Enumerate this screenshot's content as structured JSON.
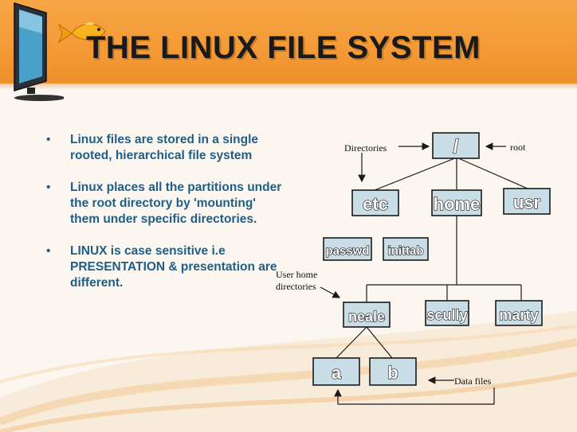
{
  "slide": {
    "title": "THE LINUX FILE SYSTEM",
    "bullets": [
      "Linux files are stored in a single rooted, hierarchical file system",
      "Linux places all the partitions under the root directory by 'mounting' them under specific directories.",
      "LINUX is case sensitive i.e PRESENTATION & presentation are different."
    ]
  },
  "diagram": {
    "root": "/",
    "level1": [
      "etc",
      "home",
      "usr"
    ],
    "etc_files": [
      "passwd",
      "inittab"
    ],
    "home_dirs": [
      "neale",
      "scully",
      "marty"
    ],
    "data_files": [
      "a",
      "b"
    ],
    "notes": {
      "directories": "Directories",
      "root": "root",
      "user_home_line1": "User home",
      "user_home_line2": "directories",
      "data_files": "Data files"
    }
  },
  "colors": {
    "header": "#f39a36",
    "bullet_text": "#1f5f86",
    "node_fill": "#c9dde6"
  }
}
